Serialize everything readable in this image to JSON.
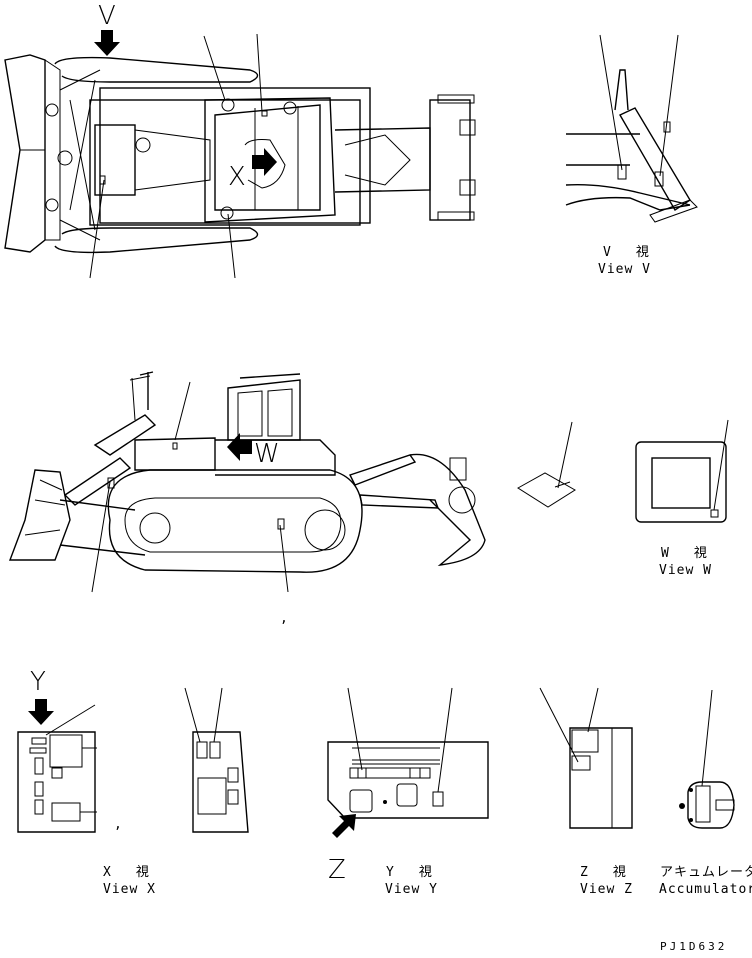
{
  "views": {
    "v": {
      "letter": "V",
      "jp": "V　視",
      "en": "View V"
    },
    "w": {
      "letter": "W",
      "jp": "W　視",
      "en": "View W"
    },
    "x": {
      "letter": "X",
      "jp": "X　視",
      "en": "View X"
    },
    "y": {
      "letter": "Y",
      "jp": "Y　視",
      "en": "View Y"
    },
    "z": {
      "letter": "Z",
      "jp": "Z　視",
      "en": "View Z"
    },
    "accumulator": {
      "jp": "アキュムレータ",
      "en": "Accumulator"
    }
  },
  "marks": {
    "comma": ","
  },
  "drawing_number": "PJ1D632",
  "icons": [
    "arrow-down-icon",
    "arrow-right-icon",
    "arrow-left-icon",
    "arrow-up-right-icon"
  ]
}
